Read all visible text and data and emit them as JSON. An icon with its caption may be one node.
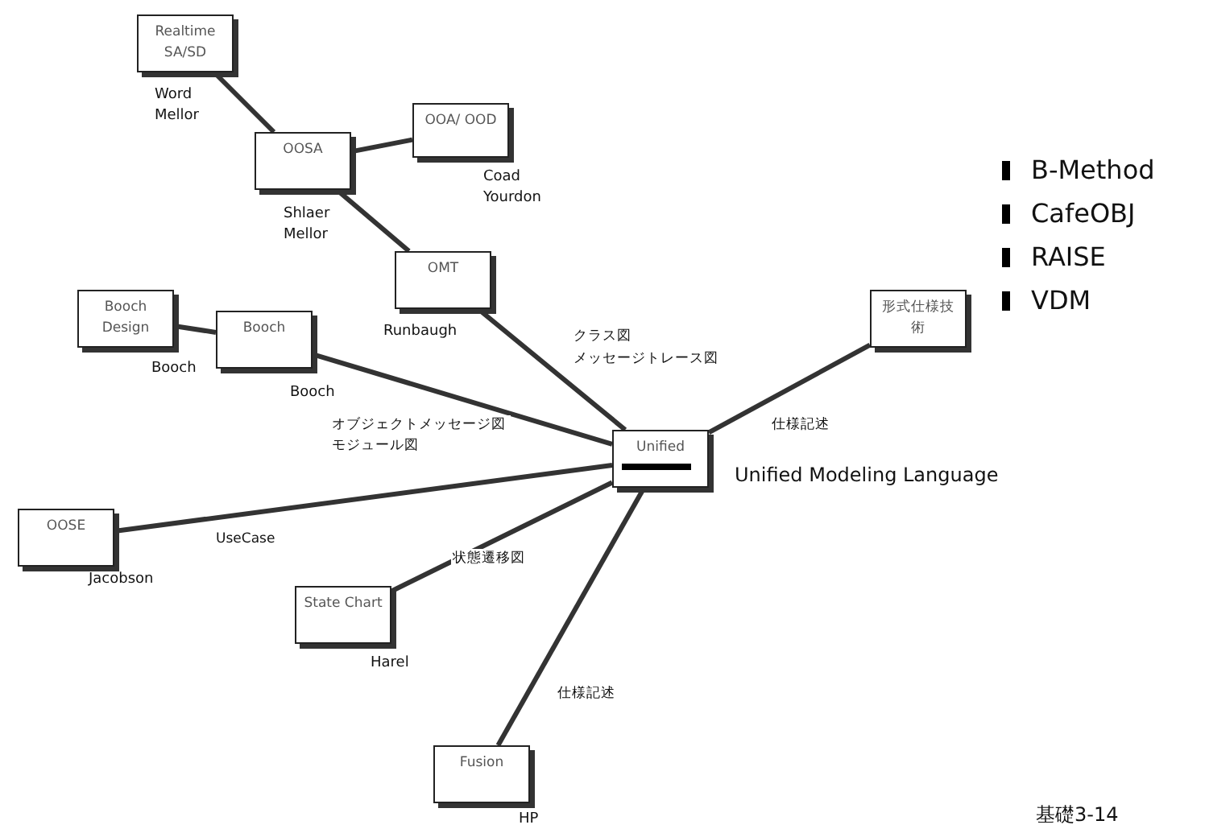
{
  "diagram": {
    "nodes": [
      {
        "text": [
          "Realtime SA/SD"
        ],
        "beside": [
          "Word Mellor"
        ]
      },
      {
        "text": [
          "OOA/ OOD"
        ],
        "beside": [
          "Coad Yourdon"
        ]
      },
      {
        "text": [
          "OOSA"
        ],
        "beside": [
          "Shlaer Mellor"
        ]
      },
      {
        "text": [
          "OMT"
        ],
        "beside": [
          "Runbaugh"
        ]
      },
      {
        "text": [
          "Booch Design"
        ],
        "beside": [
          "Booch"
        ]
      },
      {
        "text": [
          "Booch"
        ],
        "beside": [
          "Booch"
        ]
      },
      {
        "text": [
          "形式仕様技術"
        ]
      },
      {
        "text": [
          "Unified"
        ],
        "beside": [
          "Unified Modeling Language"
        ]
      },
      {
        "text": [
          "OOSE"
        ],
        "beside": [
          "Jacobson"
        ]
      },
      {
        "text": [
          "State Chart"
        ],
        "beside": [
          "Harel"
        ]
      },
      {
        "text": [
          "Fusion"
        ],
        "beside": [
          "HP"
        ]
      }
    ],
    "edges": [
      {
        "from": 0,
        "to": 2,
        "arrow": "none"
      },
      {
        "from": 2,
        "to": 1,
        "arrow": "none"
      },
      {
        "from": 2,
        "to": 3,
        "arrow": "none"
      },
      {
        "from": 3,
        "to": 7,
        "arrow": "none",
        "label": "クラス図"
      },
      {
        "from": 4,
        "to": 5,
        "arrow": "none"
      },
      {
        "from": 5,
        "to": 7,
        "arrow": "none",
        "label": "オブジェクトメッセージ図"
      },
      {
        "from": 6,
        "to": 7,
        "arrow": "none",
        "label": "仕様記述"
      },
      {
        "from": 8,
        "to": 7,
        "arrow": "none",
        "label": "UseCase"
      },
      {
        "from": 9,
        "to": 7,
        "arrow": "none",
        "label": "状態遷移図"
      },
      {
        "from": 10,
        "to": 7,
        "arrow": "none",
        "label": "仕様記述"
      }
    ],
    "labels": [
      "メッセージトレース図",
      "モジュール図",
      "B-Method",
      "CafeOBJ",
      "RAISE",
      "VDM",
      "基礎3-14"
    ]
  }
}
